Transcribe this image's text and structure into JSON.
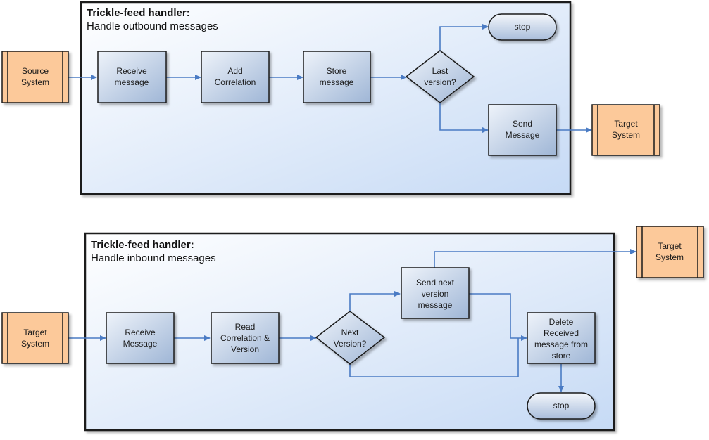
{
  "colors": {
    "panel_fill_light": "#ffffff",
    "panel_fill_dark": "#c6daf5",
    "process_fill_light": "#eef3fa",
    "process_fill_dark": "#9fb6d6",
    "external_fill": "#fcc99a",
    "arrow": "#4a7bc4",
    "border": "#1a1a1a"
  },
  "outbound": {
    "title": "Trickle-feed handler:",
    "subtitle": "Handle outbound messages",
    "source_system": [
      "Source",
      "System"
    ],
    "receive": [
      "Receive",
      "message"
    ],
    "add_correlation": [
      "Add",
      "Correlation"
    ],
    "store": [
      "Store",
      "message"
    ],
    "decision": [
      "Last",
      "version?"
    ],
    "stop": "stop",
    "send": [
      "Send",
      "Message"
    ],
    "target_system": [
      "Target",
      "System"
    ]
  },
  "inbound": {
    "title": "Trickle-feed handler:",
    "subtitle": "Handle inbound messages",
    "target_system_in": [
      "Target",
      "System"
    ],
    "receive": [
      "Receive",
      "Message"
    ],
    "read_correlation": [
      "Read",
      "Correlation &",
      "Version"
    ],
    "decision": [
      "Next",
      "Version?"
    ],
    "send_next": [
      "Send next",
      "version",
      "message"
    ],
    "target_system_out": [
      "Target",
      "System"
    ],
    "delete": [
      "Delete",
      "Received",
      "message from",
      "store"
    ],
    "stop": "stop"
  }
}
